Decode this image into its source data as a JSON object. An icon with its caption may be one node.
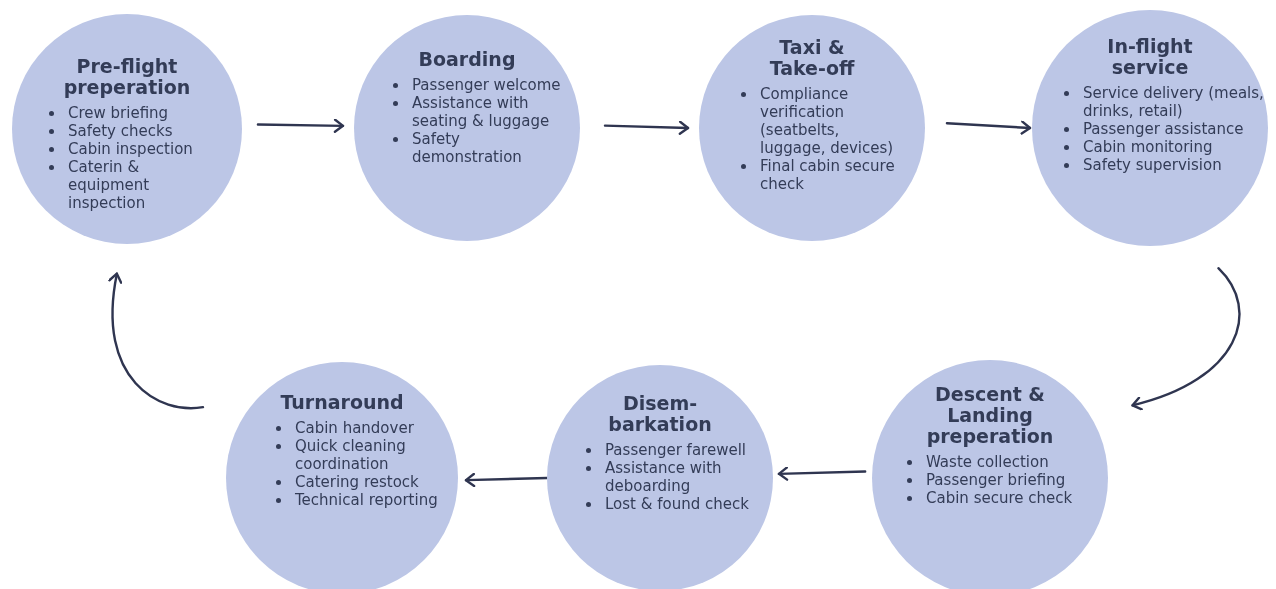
{
  "diagram": {
    "nodes": [
      {
        "text": [
          "Pre-flight preperation",
          "Crew briefing",
          "Safety checks",
          "Cabin inspection",
          "Caterin & equipment inspection"
        ]
      },
      {
        "text": [
          "Boarding",
          "Passenger welcome",
          "Assistance with seating & luggage",
          "Safety demonstration"
        ]
      },
      {
        "text": [
          "Taxi & Take-off",
          "Compliance verification (seatbelts, luggage, devices)",
          "Final cabin secure check"
        ]
      },
      {
        "text": [
          "In-flight service",
          "Service delivery (meals, drinks, retail)",
          "Passenger assistance",
          "Cabin monitoring",
          "Safety supervision"
        ]
      },
      {
        "text": [
          "Descent & Landing preperation",
          "Waste collection",
          "Passenger briefing",
          "Cabin secure check"
        ]
      },
      {
        "text": [
          "Disem-barkation",
          "Passenger farewell",
          "Assistance with deboarding",
          "Lost & found check"
        ]
      },
      {
        "text": [
          "Turnaround",
          "Cabin handover",
          "Quick cleaning coordination",
          "Catering restock",
          "Technical reporting"
        ]
      }
    ],
    "edges": [
      {
        "from": 0,
        "to": 1,
        "arrow": "to"
      },
      {
        "from": 1,
        "to": 2,
        "arrow": "to"
      },
      {
        "from": 2,
        "to": 3,
        "arrow": "to"
      },
      {
        "from": 3,
        "to": 4,
        "arrow": "to"
      },
      {
        "from": 4,
        "to": 5,
        "arrow": "to"
      },
      {
        "from": 5,
        "to": 6,
        "arrow": "to"
      },
      {
        "from": 6,
        "to": 0,
        "arrow": "to"
      }
    ]
  }
}
